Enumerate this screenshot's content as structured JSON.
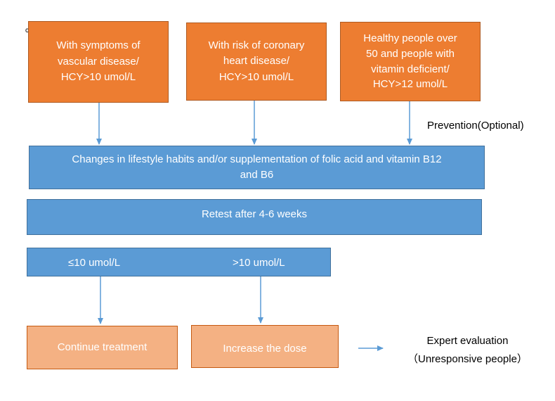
{
  "top_boxes": [
    {
      "line1": "With symptoms of",
      "line2": "vascular disease/",
      "line3": "HCY>10 umol/L",
      "line4": ""
    },
    {
      "line1": "With risk of coronary",
      "line2": "heart disease/",
      "line3": "HCY>10 umol/L",
      "line4": ""
    },
    {
      "line1": "Healthy people over",
      "line2": "50 and people with",
      "line3": "vitamin deficient/",
      "line4": "HCY>12 umol/L"
    }
  ],
  "prevention_label": "Prevention(Optional)",
  "lifestyle_box": {
    "line1": "Changes in lifestyle habits and/or supplementation of folic acid and vitamin B12",
    "line2": "and B6"
  },
  "retest_box": "Retest after 4-6 weeks",
  "result_box": {
    "low": "≤10 umol/L",
    "high": ">10 umol/L"
  },
  "continue_box": "Continue treatment",
  "increase_box": "Increase the dose",
  "expert_label": {
    "line1": "Expert evaluation",
    "line2": "（Unresponsive people）"
  },
  "colors": {
    "orange": "#ED7D31",
    "blue": "#5B9BD5",
    "peach": "#F4B183",
    "arrow": "#5B9BD5"
  }
}
